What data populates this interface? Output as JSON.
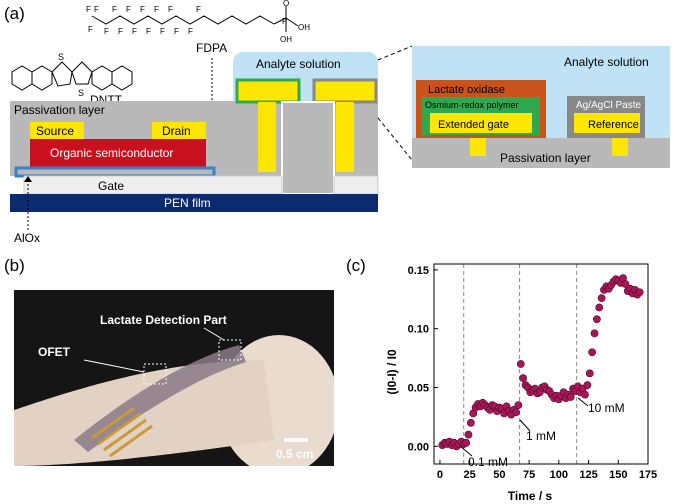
{
  "panel_a": {
    "label": "(a)",
    "fdpa_label": "FDPA",
    "dntt_label": "DNTT",
    "passivation_label": "Passivation layer",
    "source_label": "Source",
    "drain_label": "Drain",
    "semiconductor_label": "Organic semiconductor",
    "gate_label": "Gate",
    "substrate_label": "PEN film",
    "alox_label": "AlOx",
    "analyte_label": "Analyte solution",
    "inset": {
      "analyte_label": "Analyte solution",
      "lactate_oxidase_label": "Lactate oxidase",
      "osmium_label": "Osmium-redox polymer",
      "extended_gate_label": "Extended gate",
      "agagcl_label": "Ag/AgCl Paste",
      "reference_label": "Reference",
      "passivation_label": "Passivation layer"
    },
    "colors": {
      "passivation": "#b9b9b9",
      "electrode": "#ffe600",
      "semiconductor": "#c8101e",
      "substrate": "#0c2a6e",
      "gate_edge": "#3b7fc4",
      "solution": "#bfe3f5",
      "oxidase": "#c8541b",
      "polymer": "#2fa84f"
    }
  },
  "panel_b": {
    "label": "(b)",
    "lactate_label": "Lactate Detection Part",
    "ofet_label": "OFET",
    "scale_label": "0.5 cm"
  },
  "panel_c": {
    "label": "(c)",
    "annotations": [
      "0.1 mM",
      "1 mM",
      "10 mM"
    ],
    "chart_data": {
      "type": "scatter",
      "xlabel": "Time / s",
      "ylabel": "(I0-I) / I0",
      "xlim": [
        -5,
        175
      ],
      "ylim": [
        -0.015,
        0.155
      ],
      "xticks": [
        0,
        25,
        50,
        75,
        100,
        125,
        150,
        175
      ],
      "yticks": [
        0.0,
        0.05,
        0.1,
        0.15
      ],
      "ytick_labels": [
        "0.00",
        "0.05",
        "0.10",
        "0.15"
      ],
      "vlines": [
        20,
        67,
        115
      ],
      "marker_color": "#a8175a",
      "x": [
        2,
        4,
        6,
        8,
        10,
        12,
        14,
        16,
        18,
        20,
        22,
        24,
        26,
        28,
        30,
        32,
        34,
        36,
        38,
        40,
        42,
        44,
        46,
        48,
        50,
        52,
        54,
        56,
        58,
        60,
        62,
        64,
        66,
        68,
        70,
        72,
        74,
        76,
        78,
        80,
        82,
        84,
        86,
        88,
        90,
        92,
        94,
        96,
        98,
        100,
        102,
        104,
        106,
        108,
        110,
        112,
        114,
        116,
        118,
        120,
        122,
        124,
        126,
        128,
        130,
        132,
        134,
        136,
        138,
        140,
        142,
        144,
        146,
        148,
        150,
        152,
        154,
        156,
        158,
        160,
        162,
        164,
        166,
        168
      ],
      "y": [
        0.001,
        0.003,
        0.002,
        0.004,
        0.001,
        0.003,
        0.0,
        0.002,
        0.004,
        0.002,
        0.003,
        0.01,
        0.02,
        0.028,
        0.033,
        0.036,
        0.034,
        0.037,
        0.035,
        0.033,
        0.031,
        0.035,
        0.034,
        0.03,
        0.033,
        0.032,
        0.028,
        0.034,
        0.03,
        0.027,
        0.031,
        0.029,
        0.035,
        0.07,
        0.058,
        0.052,
        0.05,
        0.046,
        0.048,
        0.049,
        0.045,
        0.046,
        0.05,
        0.051,
        0.048,
        0.047,
        0.044,
        0.041,
        0.043,
        0.04,
        0.043,
        0.046,
        0.041,
        0.044,
        0.042,
        0.049,
        0.047,
        0.051,
        0.046,
        0.049,
        0.044,
        0.052,
        0.062,
        0.08,
        0.096,
        0.108,
        0.118,
        0.126,
        0.133,
        0.136,
        0.134,
        0.137,
        0.14,
        0.142,
        0.141,
        0.139,
        0.143,
        0.138,
        0.132,
        0.134,
        0.13,
        0.133,
        0.129,
        0.131
      ]
    }
  }
}
